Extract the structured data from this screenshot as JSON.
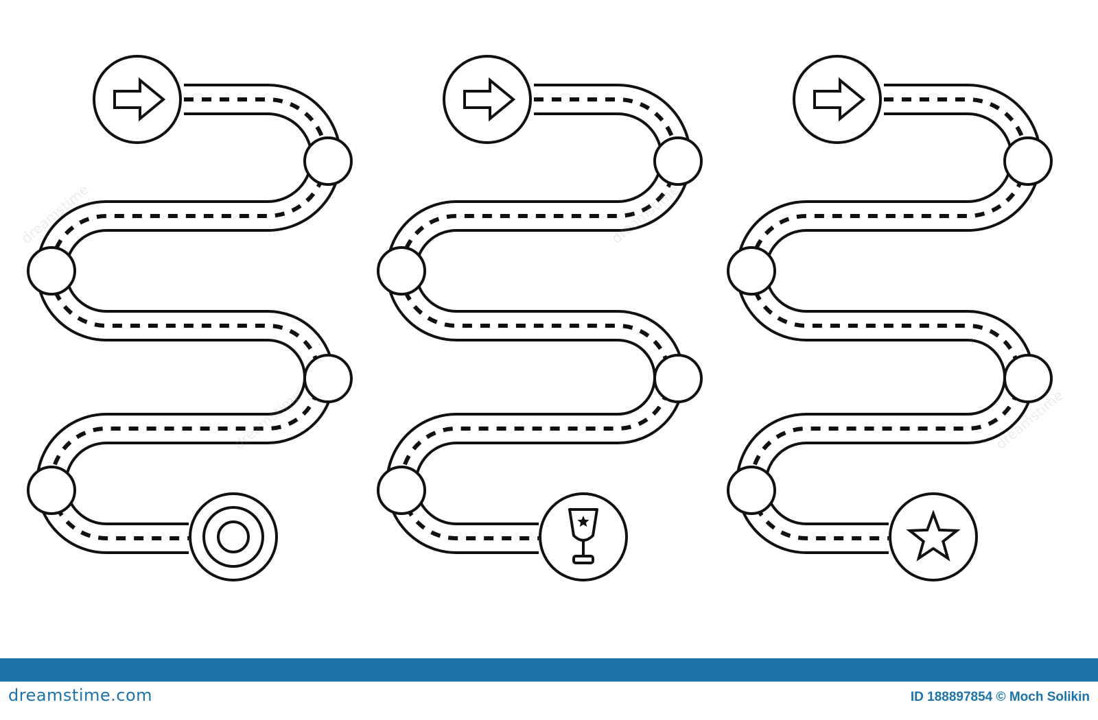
{
  "footer": {
    "brand": "dreamstime.com",
    "image_id": "ID 188897854",
    "copyright_symbol": "©",
    "author": "Moch Solikin",
    "bar_color": "#1b73a8"
  },
  "watermark": {
    "text": "dreamstime"
  },
  "roadmaps": [
    {
      "start_icon": "arrow-right-icon",
      "end_icon": "target-icon",
      "waypoints": 4
    },
    {
      "start_icon": "arrow-right-icon",
      "end_icon": "trophy-cup-icon",
      "waypoints": 4
    },
    {
      "start_icon": "arrow-right-icon",
      "end_icon": "star-icon",
      "waypoints": 4
    }
  ],
  "colors": {
    "line": "#111111",
    "background": "#ffffff"
  }
}
